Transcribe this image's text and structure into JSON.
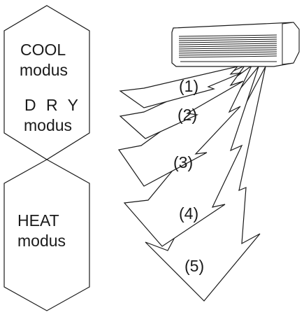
{
  "modes": {
    "cool": {
      "line1": "COOL",
      "line2": "modus"
    },
    "dry": {
      "line1": "D R Y",
      "line2": "modus"
    },
    "heat": {
      "line1": "HEAT",
      "line2": "modus"
    }
  },
  "louver_positions": [
    "(1)",
    "(2)",
    "(3)",
    "(4)",
    "(5)"
  ],
  "colors": {
    "line": "#1a1a1a",
    "background": "#ffffff"
  }
}
